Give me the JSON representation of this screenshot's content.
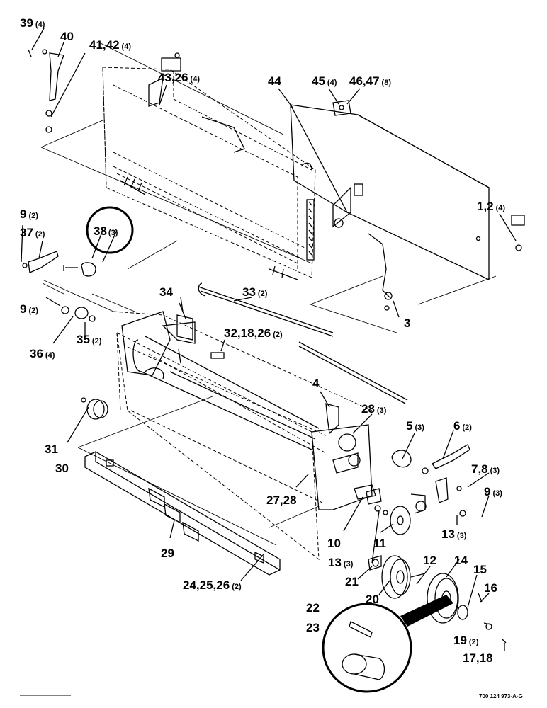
{
  "diagram": {
    "drawing_number": "700 124 973-A-G",
    "callouts": [
      {
        "id": "c39",
        "num": "39",
        "qty": "(4)"
      },
      {
        "id": "c40",
        "num": "40",
        "qty": ""
      },
      {
        "id": "c41",
        "num": "41,42",
        "qty": "(4)"
      },
      {
        "id": "c43",
        "num": "43,26",
        "qty": "(4)"
      },
      {
        "id": "c44",
        "num": "44",
        "qty": ""
      },
      {
        "id": "c45",
        "num": "45",
        "qty": "(4)"
      },
      {
        "id": "c46",
        "num": "46,47",
        "qty": "(8)"
      },
      {
        "id": "c1",
        "num": "1,2",
        "qty": "(4)"
      },
      {
        "id": "c9a",
        "num": "9",
        "qty": "(2)"
      },
      {
        "id": "c37",
        "num": "37",
        "qty": "(2)"
      },
      {
        "id": "c38",
        "num": "38",
        "qty": "(3)"
      },
      {
        "id": "c9b",
        "num": "9",
        "qty": "(2)"
      },
      {
        "id": "c36",
        "num": "36",
        "qty": "(4)"
      },
      {
        "id": "c35",
        "num": "35",
        "qty": "(2)"
      },
      {
        "id": "c34",
        "num": "34",
        "qty": ""
      },
      {
        "id": "c33",
        "num": "33",
        "qty": "(2)"
      },
      {
        "id": "c32",
        "num": "32,18,26",
        "qty": "(2)"
      },
      {
        "id": "c3",
        "num": "3",
        "qty": ""
      },
      {
        "id": "c4",
        "num": "4",
        "qty": ""
      },
      {
        "id": "c28",
        "num": "28",
        "qty": "(3)"
      },
      {
        "id": "c5",
        "num": "5",
        "qty": "(3)"
      },
      {
        "id": "c6",
        "num": "6",
        "qty": "(2)"
      },
      {
        "id": "c31",
        "num": "31",
        "qty": ""
      },
      {
        "id": "c30",
        "num": "30",
        "qty": ""
      },
      {
        "id": "c7",
        "num": "7,8",
        "qty": "(3)"
      },
      {
        "id": "c9c",
        "num": "9",
        "qty": "(3)"
      },
      {
        "id": "c27",
        "num": "27,28",
        "qty": ""
      },
      {
        "id": "c29",
        "num": "29",
        "qty": ""
      },
      {
        "id": "c10",
        "num": "10",
        "qty": ""
      },
      {
        "id": "c11",
        "num": "11",
        "qty": ""
      },
      {
        "id": "c13a",
        "num": "13",
        "qty": "(3)"
      },
      {
        "id": "c13b",
        "num": "13",
        "qty": "(3)"
      },
      {
        "id": "c12",
        "num": "12",
        "qty": ""
      },
      {
        "id": "c14",
        "num": "14",
        "qty": ""
      },
      {
        "id": "c21",
        "num": "21",
        "qty": ""
      },
      {
        "id": "c15",
        "num": "15",
        "qty": ""
      },
      {
        "id": "c20",
        "num": "20",
        "qty": ""
      },
      {
        "id": "c16",
        "num": "16",
        "qty": ""
      },
      {
        "id": "c24",
        "num": "24,25,26",
        "qty": "(2)"
      },
      {
        "id": "c22",
        "num": "22",
        "qty": ""
      },
      {
        "id": "c23",
        "num": "23",
        "qty": ""
      },
      {
        "id": "c19",
        "num": "19",
        "qty": "(2)"
      },
      {
        "id": "c17",
        "num": "17,18",
        "qty": ""
      }
    ]
  }
}
